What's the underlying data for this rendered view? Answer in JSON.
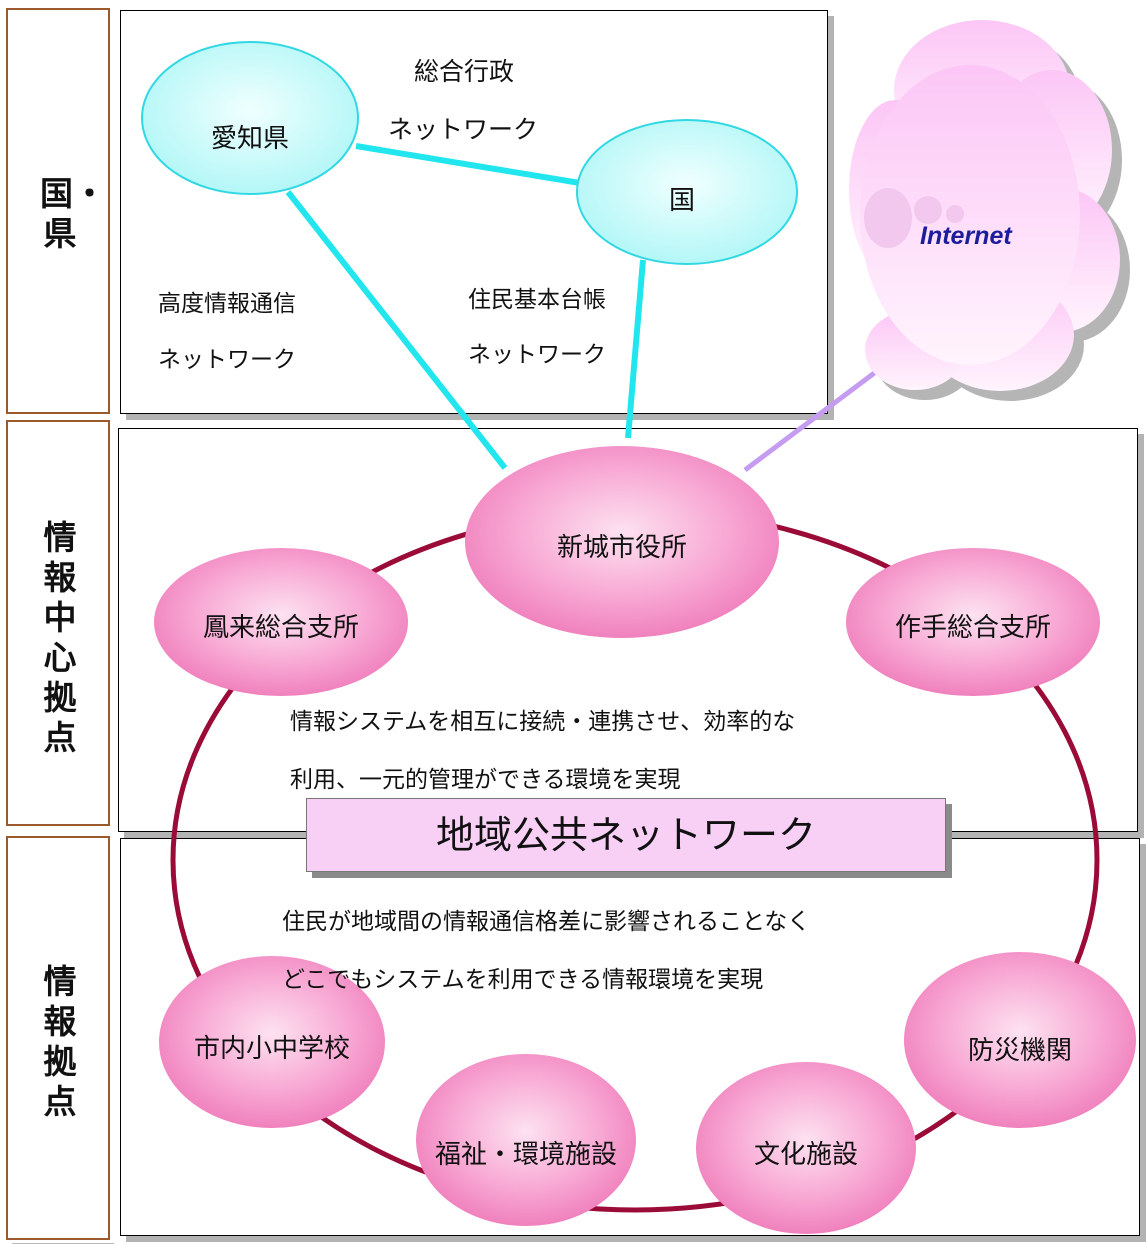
{
  "sidebar": {
    "top": "国・県",
    "middle": "情報中心拠点",
    "bottom": "情報拠点"
  },
  "top_section": {
    "nodes": {
      "aichi": "愛知県",
      "kuni": "国"
    },
    "labels": {
      "sogo_1": "総合行政",
      "sogo_2": "ネットワーク",
      "koudo_1": "高度情報通信",
      "koudo_2": "ネットワーク",
      "juki_1": "住民基本台帳",
      "juki_2": "ネットワーク"
    },
    "internet": "Internet"
  },
  "middle_section": {
    "city_hall": "新城市役所",
    "horai": "鳳来総合支所",
    "tsukude": "作手総合支所",
    "desc_1": "情報システムを相互に接続・連携させ、効率的な",
    "desc_2": "利用、一元的管理ができる環境を実現"
  },
  "banner": "地域公共ネットワーク",
  "bottom_section": {
    "desc_1": "住民が地域間の情報通信格差に影響されることなく",
    "desc_2": "どこでもシステムを利用できる情報環境を実現",
    "schools": "市内小中学校",
    "welfare": "福祉・環境施設",
    "culture": "文化施設",
    "disaster": "防災機関"
  },
  "colors": {
    "node_pink": "#f58cc4",
    "node_cyan": "#b6fafa",
    "ring": "#9b0b38",
    "link_cyan": "#22e6ee",
    "link_purple": "#c59cf0",
    "cloud": "#fbd0f8"
  }
}
